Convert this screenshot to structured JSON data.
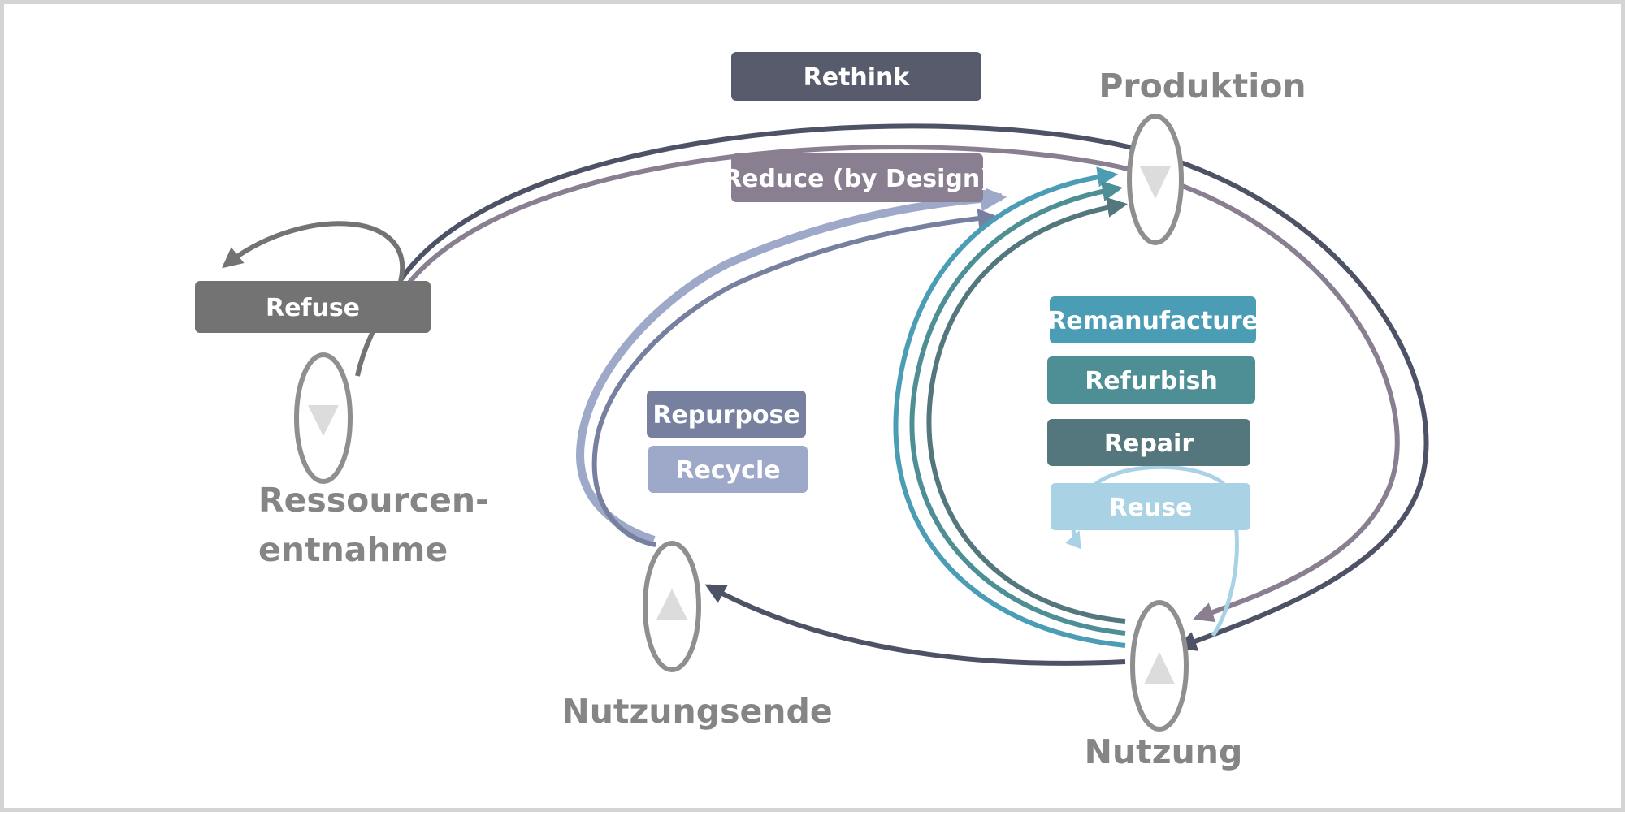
{
  "stages": {
    "production": "Produktion",
    "usage": "Nutzung",
    "end_of_use": "Nutzungsende",
    "extraction_line1": "Ressourcen-",
    "extraction_line2": "entnahme"
  },
  "strategies": {
    "rethink": "Rethink",
    "reduce": "Reduce (by Design)",
    "refuse": "Refuse",
    "remanufacture": "Remanufacture",
    "refurbish": "Refurbish",
    "repair": "Repair",
    "reuse": "Reuse",
    "repurpose": "Repurpose",
    "recycle": "Recycle"
  },
  "colors": {
    "rethink": "#585b6b",
    "reduce": "#8a7f91",
    "refuse": "#737373",
    "remanufacture": "#4b9db5",
    "refurbish": "#4e8f96",
    "repair": "#53777d",
    "reuse": "#a9d3e4",
    "repurpose": "#7880a0",
    "recycle": "#9ea8c8",
    "stage_text": "#858585",
    "node_outline": "#8f8f8f"
  }
}
